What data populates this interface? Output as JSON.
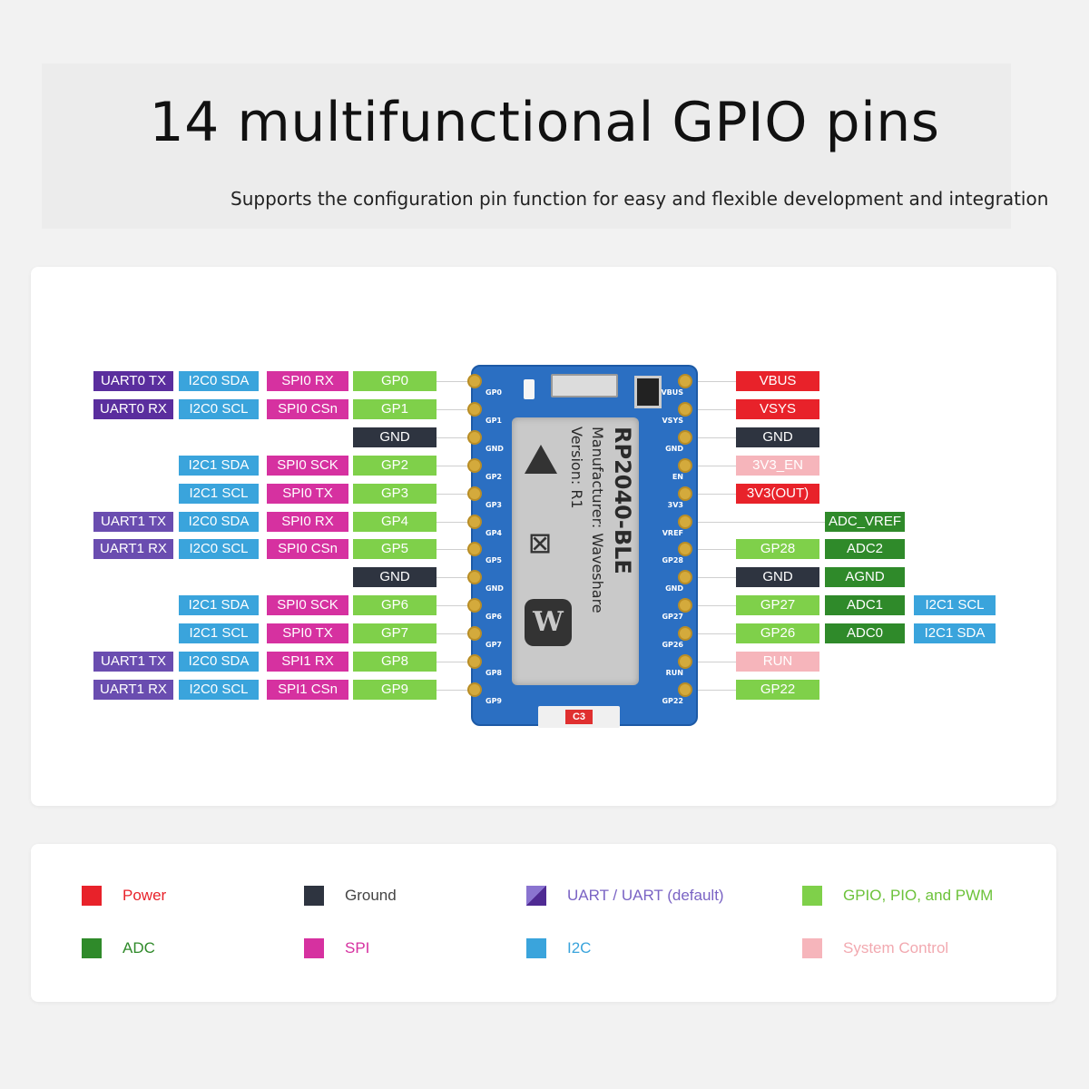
{
  "header": {
    "title": "14 multifunctional GPIO pins",
    "subtitle": "Supports the configuration pin function for easy and flexible development and integration"
  },
  "colors": {
    "power": "#e8222a",
    "ground": "#2e3440",
    "uart": "#6a4db0",
    "uart_default": "#5a2e9e",
    "gpio": "#7fd04a",
    "adc": "#2f8a2a",
    "spi": "#d631a0",
    "i2c": "#3aa4dc",
    "system": "#f6b5bb"
  },
  "board": {
    "name": "RP2040-BLE",
    "manufacturer": "Manufacturer: Waveshare",
    "version": "Version: R1",
    "logo": "W",
    "marker": "C3",
    "left_silk": [
      "GP0",
      "GP1",
      "GND",
      "GP2",
      "GP3",
      "GP4",
      "GP5",
      "GND",
      "GP6",
      "GP7",
      "GP8",
      "GP9"
    ],
    "right_silk": [
      "VBUS",
      "VSYS",
      "GND",
      "EN",
      "3V3",
      "VREF",
      "GP28",
      "GND",
      "GP27",
      "GP26",
      "RUN",
      "GP22"
    ]
  },
  "left_rows": [
    {
      "labels": [
        {
          "text": "UART0 TX",
          "type": "uartd"
        },
        {
          "text": "I2C0 SDA",
          "type": "i2c"
        },
        {
          "text": "SPI0 RX",
          "type": "spi"
        },
        {
          "text": "GP0",
          "type": "gpio"
        }
      ]
    },
    {
      "labels": [
        {
          "text": "UART0 RX",
          "type": "uartd"
        },
        {
          "text": "I2C0 SCL",
          "type": "i2c"
        },
        {
          "text": "SPI0 CSn",
          "type": "spi"
        },
        {
          "text": "GP1",
          "type": "gpio"
        }
      ]
    },
    {
      "labels": [
        {
          "text": "GND",
          "type": "gnd"
        }
      ]
    },
    {
      "labels": [
        {
          "text": "I2C1 SDA",
          "type": "i2c"
        },
        {
          "text": "SPI0 SCK",
          "type": "spi"
        },
        {
          "text": "GP2",
          "type": "gpio"
        }
      ]
    },
    {
      "labels": [
        {
          "text": "I2C1 SCL",
          "type": "i2c"
        },
        {
          "text": "SPI0 TX",
          "type": "spi"
        },
        {
          "text": "GP3",
          "type": "gpio"
        }
      ]
    },
    {
      "labels": [
        {
          "text": "UART1 TX",
          "type": "uart"
        },
        {
          "text": "I2C0 SDA",
          "type": "i2c"
        },
        {
          "text": "SPI0 RX",
          "type": "spi"
        },
        {
          "text": "GP4",
          "type": "gpio"
        }
      ]
    },
    {
      "labels": [
        {
          "text": "UART1 RX",
          "type": "uart"
        },
        {
          "text": "I2C0 SCL",
          "type": "i2c"
        },
        {
          "text": "SPI0 CSn",
          "type": "spi"
        },
        {
          "text": "GP5",
          "type": "gpio"
        }
      ]
    },
    {
      "labels": [
        {
          "text": "GND",
          "type": "gnd"
        }
      ]
    },
    {
      "labels": [
        {
          "text": "I2C1 SDA",
          "type": "i2c"
        },
        {
          "text": "SPI0 SCK",
          "type": "spi"
        },
        {
          "text": "GP6",
          "type": "gpio"
        }
      ]
    },
    {
      "labels": [
        {
          "text": "I2C1 SCL",
          "type": "i2c"
        },
        {
          "text": "SPI0 TX",
          "type": "spi"
        },
        {
          "text": "GP7",
          "type": "gpio"
        }
      ]
    },
    {
      "labels": [
        {
          "text": "UART1 TX",
          "type": "uart"
        },
        {
          "text": "I2C0 SDA",
          "type": "i2c"
        },
        {
          "text": "SPI1 RX",
          "type": "spi"
        },
        {
          "text": "GP8",
          "type": "gpio"
        }
      ]
    },
    {
      "labels": [
        {
          "text": "UART1 RX",
          "type": "uart"
        },
        {
          "text": "I2C0 SCL",
          "type": "i2c"
        },
        {
          "text": "SPI1 CSn",
          "type": "spi"
        },
        {
          "text": "GP9",
          "type": "gpio"
        }
      ]
    }
  ],
  "right_rows": [
    {
      "labels": [
        {
          "text": "VBUS",
          "type": "power"
        }
      ]
    },
    {
      "labels": [
        {
          "text": "VSYS",
          "type": "power"
        }
      ]
    },
    {
      "labels": [
        {
          "text": "GND",
          "type": "gnd"
        }
      ]
    },
    {
      "labels": [
        {
          "text": "3V3_EN",
          "type": "sys"
        }
      ]
    },
    {
      "labels": [
        {
          "text": "3V3(OUT)",
          "type": "power"
        }
      ]
    },
    {
      "labels": [
        {
          "text": "ADC_VREF",
          "type": "adc"
        }
      ],
      "offset": 1
    },
    {
      "labels": [
        {
          "text": "GP28",
          "type": "gpio"
        },
        {
          "text": "ADC2",
          "type": "adc"
        }
      ]
    },
    {
      "labels": [
        {
          "text": "GND",
          "type": "gnd"
        },
        {
          "text": "AGND",
          "type": "adc"
        }
      ]
    },
    {
      "labels": [
        {
          "text": "GP27",
          "type": "gpio"
        },
        {
          "text": "ADC1",
          "type": "adc"
        },
        {
          "text": "I2C1 SCL",
          "type": "i2c"
        }
      ]
    },
    {
      "labels": [
        {
          "text": "GP26",
          "type": "gpio"
        },
        {
          "text": "ADC0",
          "type": "adc"
        },
        {
          "text": "I2C1 SDA",
          "type": "i2c"
        }
      ]
    },
    {
      "labels": [
        {
          "text": "RUN",
          "type": "sys"
        }
      ]
    },
    {
      "labels": [
        {
          "text": "GP22",
          "type": "gpio"
        }
      ]
    }
  ],
  "legend": [
    {
      "label": "Power",
      "type": "power",
      "text_color": "#e8222a"
    },
    {
      "label": "Ground",
      "type": "gnd",
      "text_color": "#444444"
    },
    {
      "label": "UART / UART (default)",
      "type": "uart",
      "text_color": "#7a63c4"
    },
    {
      "label": "GPIO, PIO, and PWM",
      "type": "gpio",
      "text_color": "#6cc23a"
    },
    {
      "label": "ADC",
      "type": "adc",
      "text_color": "#2f8a2a"
    },
    {
      "label": "SPI",
      "type": "spi",
      "text_color": "#d631a0"
    },
    {
      "label": "I2C",
      "type": "i2c",
      "text_color": "#3aa4dc"
    },
    {
      "label": "System Control",
      "type": "sys",
      "text_color": "#f2a9b0"
    }
  ]
}
